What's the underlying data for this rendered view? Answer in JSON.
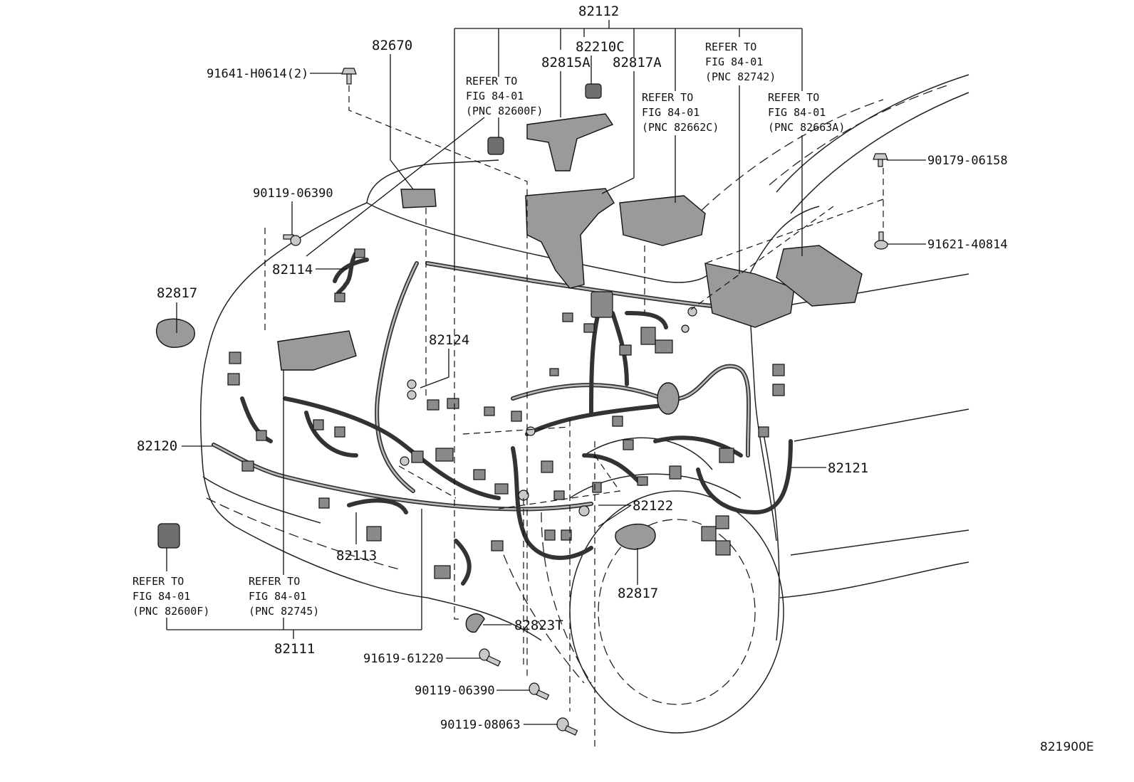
{
  "labels": {
    "l82112": "82112",
    "l82670": "82670",
    "l82210c": "82210C",
    "l82815a": "82815A",
    "l82817a": "82817A",
    "l91641": "91641-H0614(2)",
    "l90119a": "90119-06390",
    "l82114": "82114",
    "l82817top": "82817",
    "l82124": "82124",
    "l82120": "82120",
    "l82113": "82113",
    "l82111": "82111",
    "l82121": "82121",
    "l82122": "82122",
    "l82817bot": "82817",
    "l82823t": "82823T",
    "l91619": "91619-61220",
    "l90119b": "90119-06390",
    "l90119c": "90119-08063",
    "l90179": "90179-06158",
    "l91621": "91621-40814",
    "footer": "821900E"
  },
  "refs": {
    "r1": {
      "line1": "REFER TO",
      "line2": "FIG 84-01",
      "line3": "(PNC 82600F)"
    },
    "r2": {
      "line1": "REFER TO",
      "line2": "FIG 84-01",
      "line3": "(PNC 82662C)"
    },
    "r3": {
      "line1": "REFER TO",
      "line2": "FIG 84-01",
      "line3": "(PNC 82742)"
    },
    "r4": {
      "line1": "REFER TO",
      "line2": "FIG 84-01",
      "line3": "(PNC 82663A)"
    },
    "r5": {
      "line1": "REFER TO",
      "line2": "FIG 84-01",
      "line3": "(PNC 82600F)"
    },
    "r6": {
      "line1": "REFER TO",
      "line2": "FIG 84-01",
      "line3": "(PNC 82745)"
    }
  }
}
